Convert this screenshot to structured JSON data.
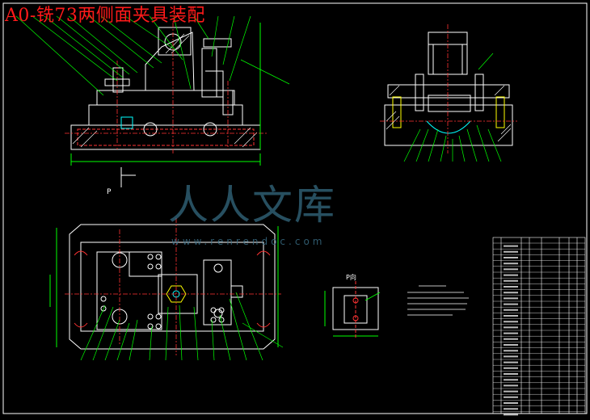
{
  "drawing": {
    "title": "A0-铣73两侧面夹具装配",
    "view_label_p": "P",
    "view_p_title": "P向",
    "dim_marks": [
      "P"
    ]
  },
  "watermark": {
    "text": "人人文库",
    "url": "www.renrendoc.com"
  },
  "colors": {
    "background": "#000000",
    "border": "#ffffff",
    "outline": "#ffffff",
    "leader": "#00ff00",
    "centerline": "#ff0000",
    "hidden": "#ffff00",
    "highlight": "#00ffff",
    "title": "#ff1a1a",
    "watermark": "#3d7a94"
  }
}
